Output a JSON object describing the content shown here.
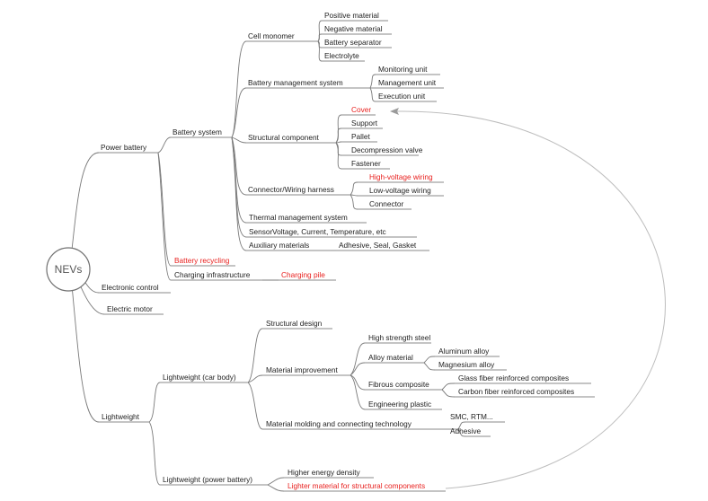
{
  "root": {
    "label": "NEVs"
  },
  "colors": {
    "text": "#1e1e1e",
    "highlight": "#e8201e",
    "line": "#7a7a7a",
    "arc": "#bdbdbd"
  },
  "nodes": {
    "power_battery": "Power battery",
    "battery_system": "Battery system",
    "cell_monomer": "Cell monomer",
    "positive_material": "Positive material",
    "negative_material": "Negative material",
    "battery_separator": "Battery separator",
    "electrolyte": "Electrolyte",
    "bms": "Battery management system",
    "monitoring_unit": "Monitoring unit",
    "management_unit": "Management unit",
    "execution_unit": "Execution unit",
    "structural_component": "Structural component",
    "cover": "Cover",
    "support": "Support",
    "pallet": "Pallet",
    "decompression_valve": "Decompression valve",
    "fastener": "Fastener",
    "connector_harness": "Connector/Wiring harness",
    "high_voltage_wiring": "High-voltage wiring",
    "low_voltage_wiring": "Low-voltage wiring",
    "connector": "Connector",
    "thermal_management": "Thermal management system",
    "sensor": "Sensor",
    "sensor_detail": "Voltage, Current, Temperature, etc",
    "auxiliary_materials": "Auxiliary materials",
    "auxiliary_detail": "Adhesive, Seal, Gasket",
    "battery_recycling": "Battery recycling",
    "charging_infrastructure": "Charging infrastructure",
    "charging_pile": "Charging pile",
    "electronic_control": "Electronic control",
    "electric_motor": "Electric motor",
    "lightweight": "Lightweight",
    "lightweight_car_body": "Lightweight (car body)",
    "structural_design": "Structural design",
    "material_improvement": "Material improvement",
    "high_strength_steel": "High strength steel",
    "alloy_material": "Alloy material",
    "aluminum_alloy": "Aluminum alloy",
    "magnesium_alloy": "Magnesium alloy",
    "fibrous_composite": "Fibrous composite",
    "glass_fiber": "Glass fiber reinforced composites",
    "carbon_fiber": "Carbon fiber reinforced composites",
    "engineering_plastic": "Engineering plastic",
    "molding_technology": "Material molding and connecting technology",
    "smc_rtm": "SMC, RTM...",
    "adhesive": "Adhesive",
    "lightweight_power_battery": "Lightweight (power battery)",
    "higher_energy_density": "Higher energy density",
    "lighter_material": "Lighter material for structural components"
  }
}
